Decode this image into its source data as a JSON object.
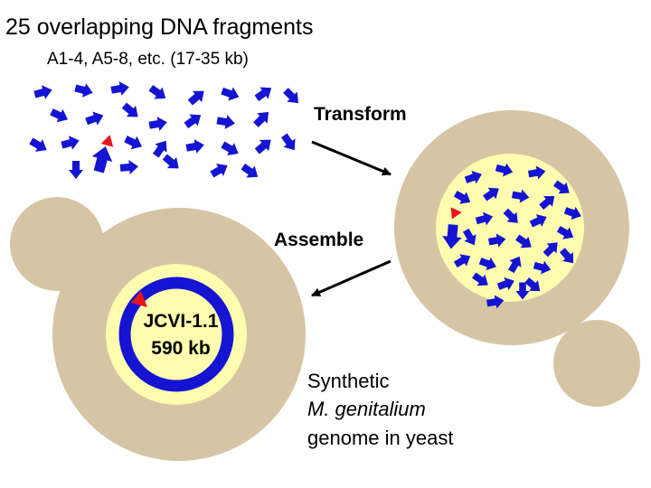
{
  "title": "25 overlapping DNA fragments",
  "subtitle": "A1-4, A5-8, etc. (17-35 kb)",
  "steps": {
    "transform": "Transform",
    "assemble": "Assemble"
  },
  "chromosome": {
    "name": "JCVI-1.1",
    "size": "590 kb"
  },
  "caption": {
    "line1": "Synthetic",
    "line2": "M. genitalium",
    "line3": "genome in yeast"
  },
  "fragments": {
    "count": 25
  },
  "colors": {
    "fragment": "#1414d2",
    "fragment_first": "#e8141e",
    "cell_wall": "#d6c5a5",
    "nucleus": "#fdfcaf",
    "background": "#ffffff",
    "arrow": "#000000"
  }
}
